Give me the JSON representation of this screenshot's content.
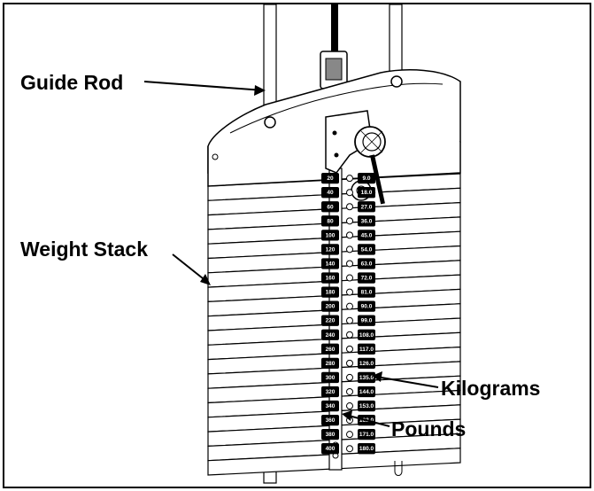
{
  "labels": {
    "guide_rod": "Guide Rod",
    "weight_stack": "Weight Stack",
    "kilograms": "Kilograms",
    "pounds": "Pounds"
  },
  "pounds_column": [
    "20",
    "40",
    "60",
    "80",
    "100",
    "120",
    "140",
    "160",
    "180",
    "200",
    "220",
    "240",
    "260",
    "280",
    "300",
    "320",
    "340",
    "360",
    "380",
    "400"
  ],
  "kilograms_column": [
    "9.0",
    "18.0",
    "27.0",
    "36.0",
    "45.0",
    "54.0",
    "63.0",
    "72.0",
    "81.0",
    "90.0",
    "99.0",
    "108.0",
    "117.0",
    "126.0",
    "135.0",
    "144.0",
    "153.0",
    "162.0",
    "171.0",
    "180.0"
  ]
}
